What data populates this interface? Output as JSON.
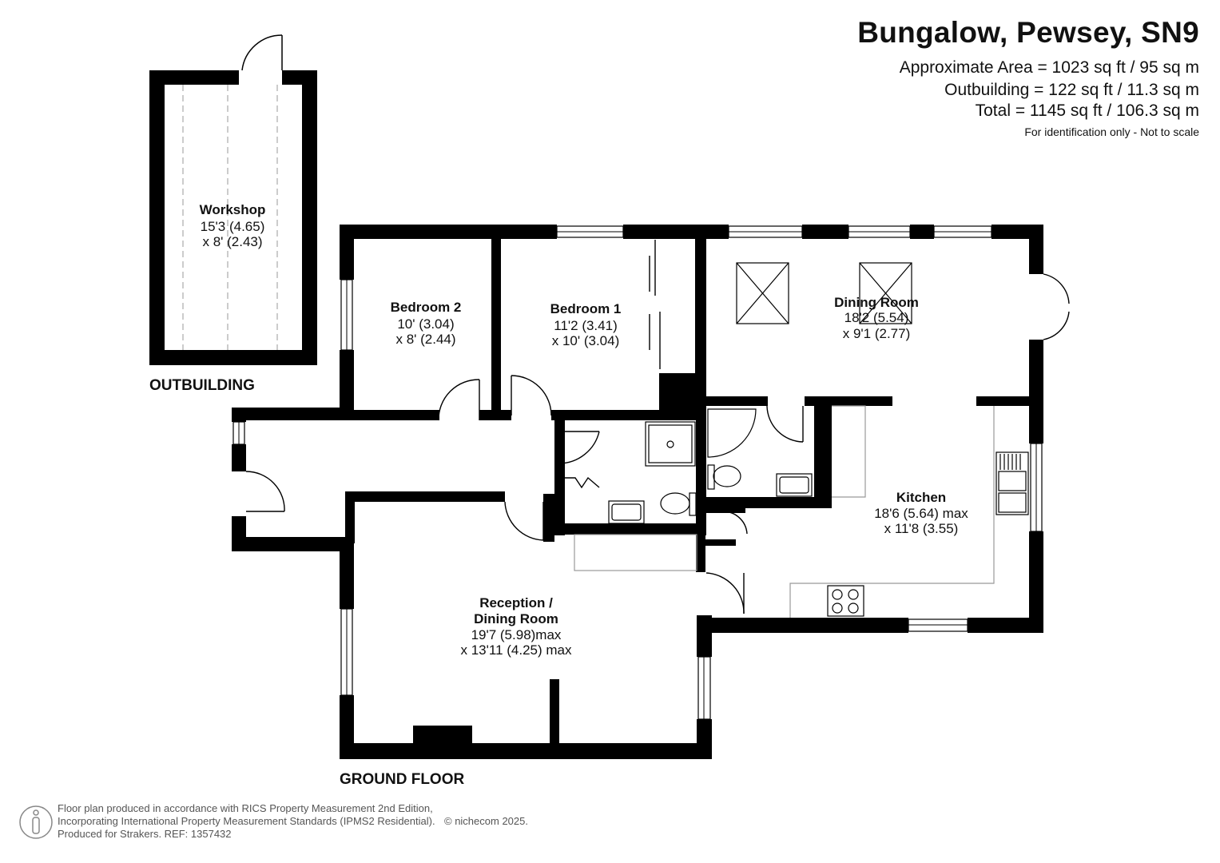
{
  "header": {
    "title": "Bungalow, Pewsey, SN9",
    "approx_area": "Approximate Area = 1023 sq ft / 95 sq m",
    "outbuilding_area": "Outbuilding = 122 sq ft / 11.3 sq m",
    "total_area": "Total = 1145 sq ft / 106.3 sq m",
    "disclaimer": "For identification only - Not to scale"
  },
  "floors": {
    "outbuilding": "OUTBUILDING",
    "ground": "GROUND FLOOR"
  },
  "rooms": {
    "workshop": {
      "name": "Workshop",
      "dim1": "15'3 (4.65)",
      "dim2": "x 8' (2.43)"
    },
    "bedroom2": {
      "name": "Bedroom 2",
      "dim1": "10' (3.04)",
      "dim2": "x 8' (2.44)"
    },
    "bedroom1": {
      "name": "Bedroom 1",
      "dim1": "11'2 (3.41)",
      "dim2": "x 10' (3.04)"
    },
    "dining": {
      "name": "Dining Room",
      "dim1": "18'2 (5.54)",
      "dim2": "x 9'1 (2.77)"
    },
    "kitchen": {
      "name": "Kitchen",
      "dim1": "18'6 (5.64) max",
      "dim2": "x 11'8 (3.55)"
    },
    "reception": {
      "name1": "Reception /",
      "name2": "Dining Room",
      "dim1": "19'7 (5.98)max",
      "dim2": "x 13'11 (4.25) max"
    }
  },
  "footer": {
    "line1": "Floor plan produced in accordance with RICS Property Measurement 2nd Edition,",
    "line2": "Incorporating International Property Measurement Standards (IPMS2 Residential).",
    "line3": "Produced for Strakers.   REF: 1357432",
    "copyright": "© nichecom 2025."
  },
  "colors": {
    "wall": "#000000",
    "fixture": "#777777",
    "text": "#111111"
  },
  "icons": {
    "footer_logo": "person-logo-icon"
  }
}
